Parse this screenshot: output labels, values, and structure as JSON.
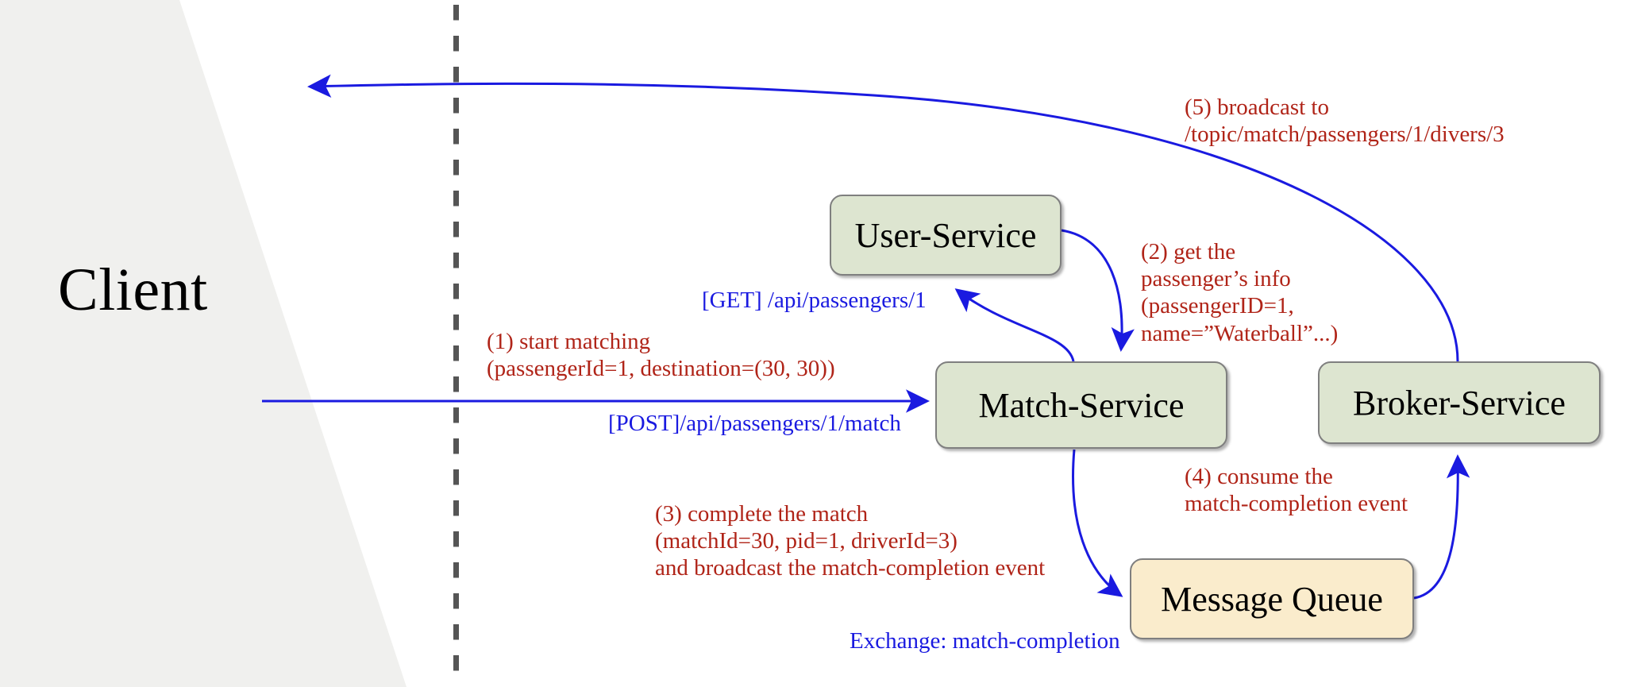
{
  "diagram": {
    "title": "Client / microservice matching flow",
    "client_label": "Client",
    "colors": {
      "node_green": "#dde5d0",
      "node_cream": "#faeccc",
      "node_border": "#7f7f7f",
      "arrow_blue": "#1a1ae0",
      "annotation_red": "#b02418",
      "label_blue": "#1a1ae0",
      "divider_gray": "#555555",
      "client_zone_gray": "#f0f0ee"
    },
    "nodes": [
      {
        "id": "user-service",
        "label": "User-Service",
        "fill": "green"
      },
      {
        "id": "match-service",
        "label": "Match-Service",
        "fill": "green"
      },
      {
        "id": "broker-service",
        "label": "Broker-Service",
        "fill": "green"
      },
      {
        "id": "message-queue",
        "label": "Message Queue",
        "fill": "cream"
      }
    ],
    "annotations": [
      {
        "id": "step1",
        "step": "(1)",
        "color": "red",
        "text": "(1) start matching\n(passengerId=1, destination=(30, 30))"
      },
      {
        "id": "step2",
        "step": "(2)",
        "color": "red",
        "text": "(2) get the\npassenger’s info\n(passengerID=1,\nname=”Waterball”...)"
      },
      {
        "id": "step3",
        "step": "(3)",
        "color": "red",
        "text": "(3) complete the match\n(matchId=30, pid=1, driverId=3)\nand broadcast the match-completion event"
      },
      {
        "id": "step4",
        "step": "(4)",
        "color": "red",
        "text": "(4) consume the\nmatch-completion event"
      },
      {
        "id": "step5",
        "step": "(5)",
        "color": "red",
        "text": "(5) broadcast to\n/topic/match/passengers/1/divers/3"
      }
    ],
    "edge_labels": [
      {
        "id": "post-match",
        "color": "blue",
        "text": "[POST]/api/passengers/1/match"
      },
      {
        "id": "get-passenger",
        "color": "blue",
        "text": "[GET] /api/passengers/1"
      },
      {
        "id": "exchange",
        "color": "blue",
        "text": "Exchange: match-completion"
      }
    ]
  }
}
